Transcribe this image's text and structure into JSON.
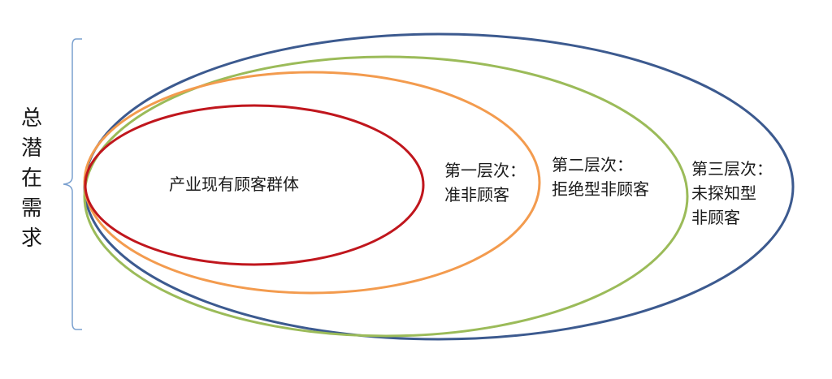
{
  "bracket_label": [
    "总",
    "潜",
    "在",
    "需",
    "求"
  ],
  "layers": {
    "core": {
      "text": "产业现有顾客群体",
      "color": "#c0161d"
    },
    "first": {
      "line1": "第一层次：",
      "line2": "准非顾客",
      "color": "#f39b4e"
    },
    "second": {
      "line1": "第二层次：",
      "line2": "拒绝型非顾客",
      "color": "#9bbb59"
    },
    "third": {
      "line1": "第三层次：",
      "line2": "未探知型",
      "line3": "非顾客",
      "color": "#3c5a8f"
    }
  },
  "bracket_color": "#7aa0cf"
}
